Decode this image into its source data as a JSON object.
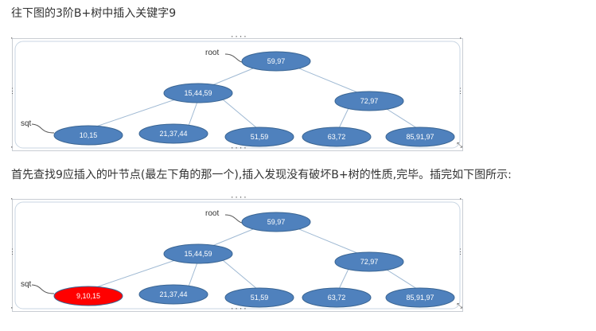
{
  "paragraph1": "往下图的3阶B+树中插入关键字9",
  "paragraph2": "首先查找9应插入的叶节点(最左下角的那一个),插入发现没有破坏B+树的性质,完毕。插完如下图所示:",
  "colors": {
    "node_fill": "#4f81bd",
    "node_stroke": "#3a6593",
    "highlight_fill": "#ff0000",
    "edge": "#9fb9d3",
    "frame": "#c9cdd3"
  },
  "figure1": {
    "root_label": "root",
    "sqt_label": "sqt",
    "nodes": {
      "root": "59,97",
      "internal_left": "15,44,59",
      "internal_right": "72,97",
      "leaf1": "10,15",
      "leaf2": "21,37,44",
      "leaf3": "51,59",
      "leaf4": "63,72",
      "leaf5": "85,91,97"
    }
  },
  "figure2": {
    "root_label": "root",
    "sqt_label": "sqt",
    "nodes": {
      "root": "59,97",
      "internal_left": "15,44,59",
      "internal_right": "72,97",
      "leaf1": "9,10,15",
      "leaf2": "21,37,44",
      "leaf3": "51,59",
      "leaf4": "63,72",
      "leaf5": "85,91,97"
    }
  }
}
